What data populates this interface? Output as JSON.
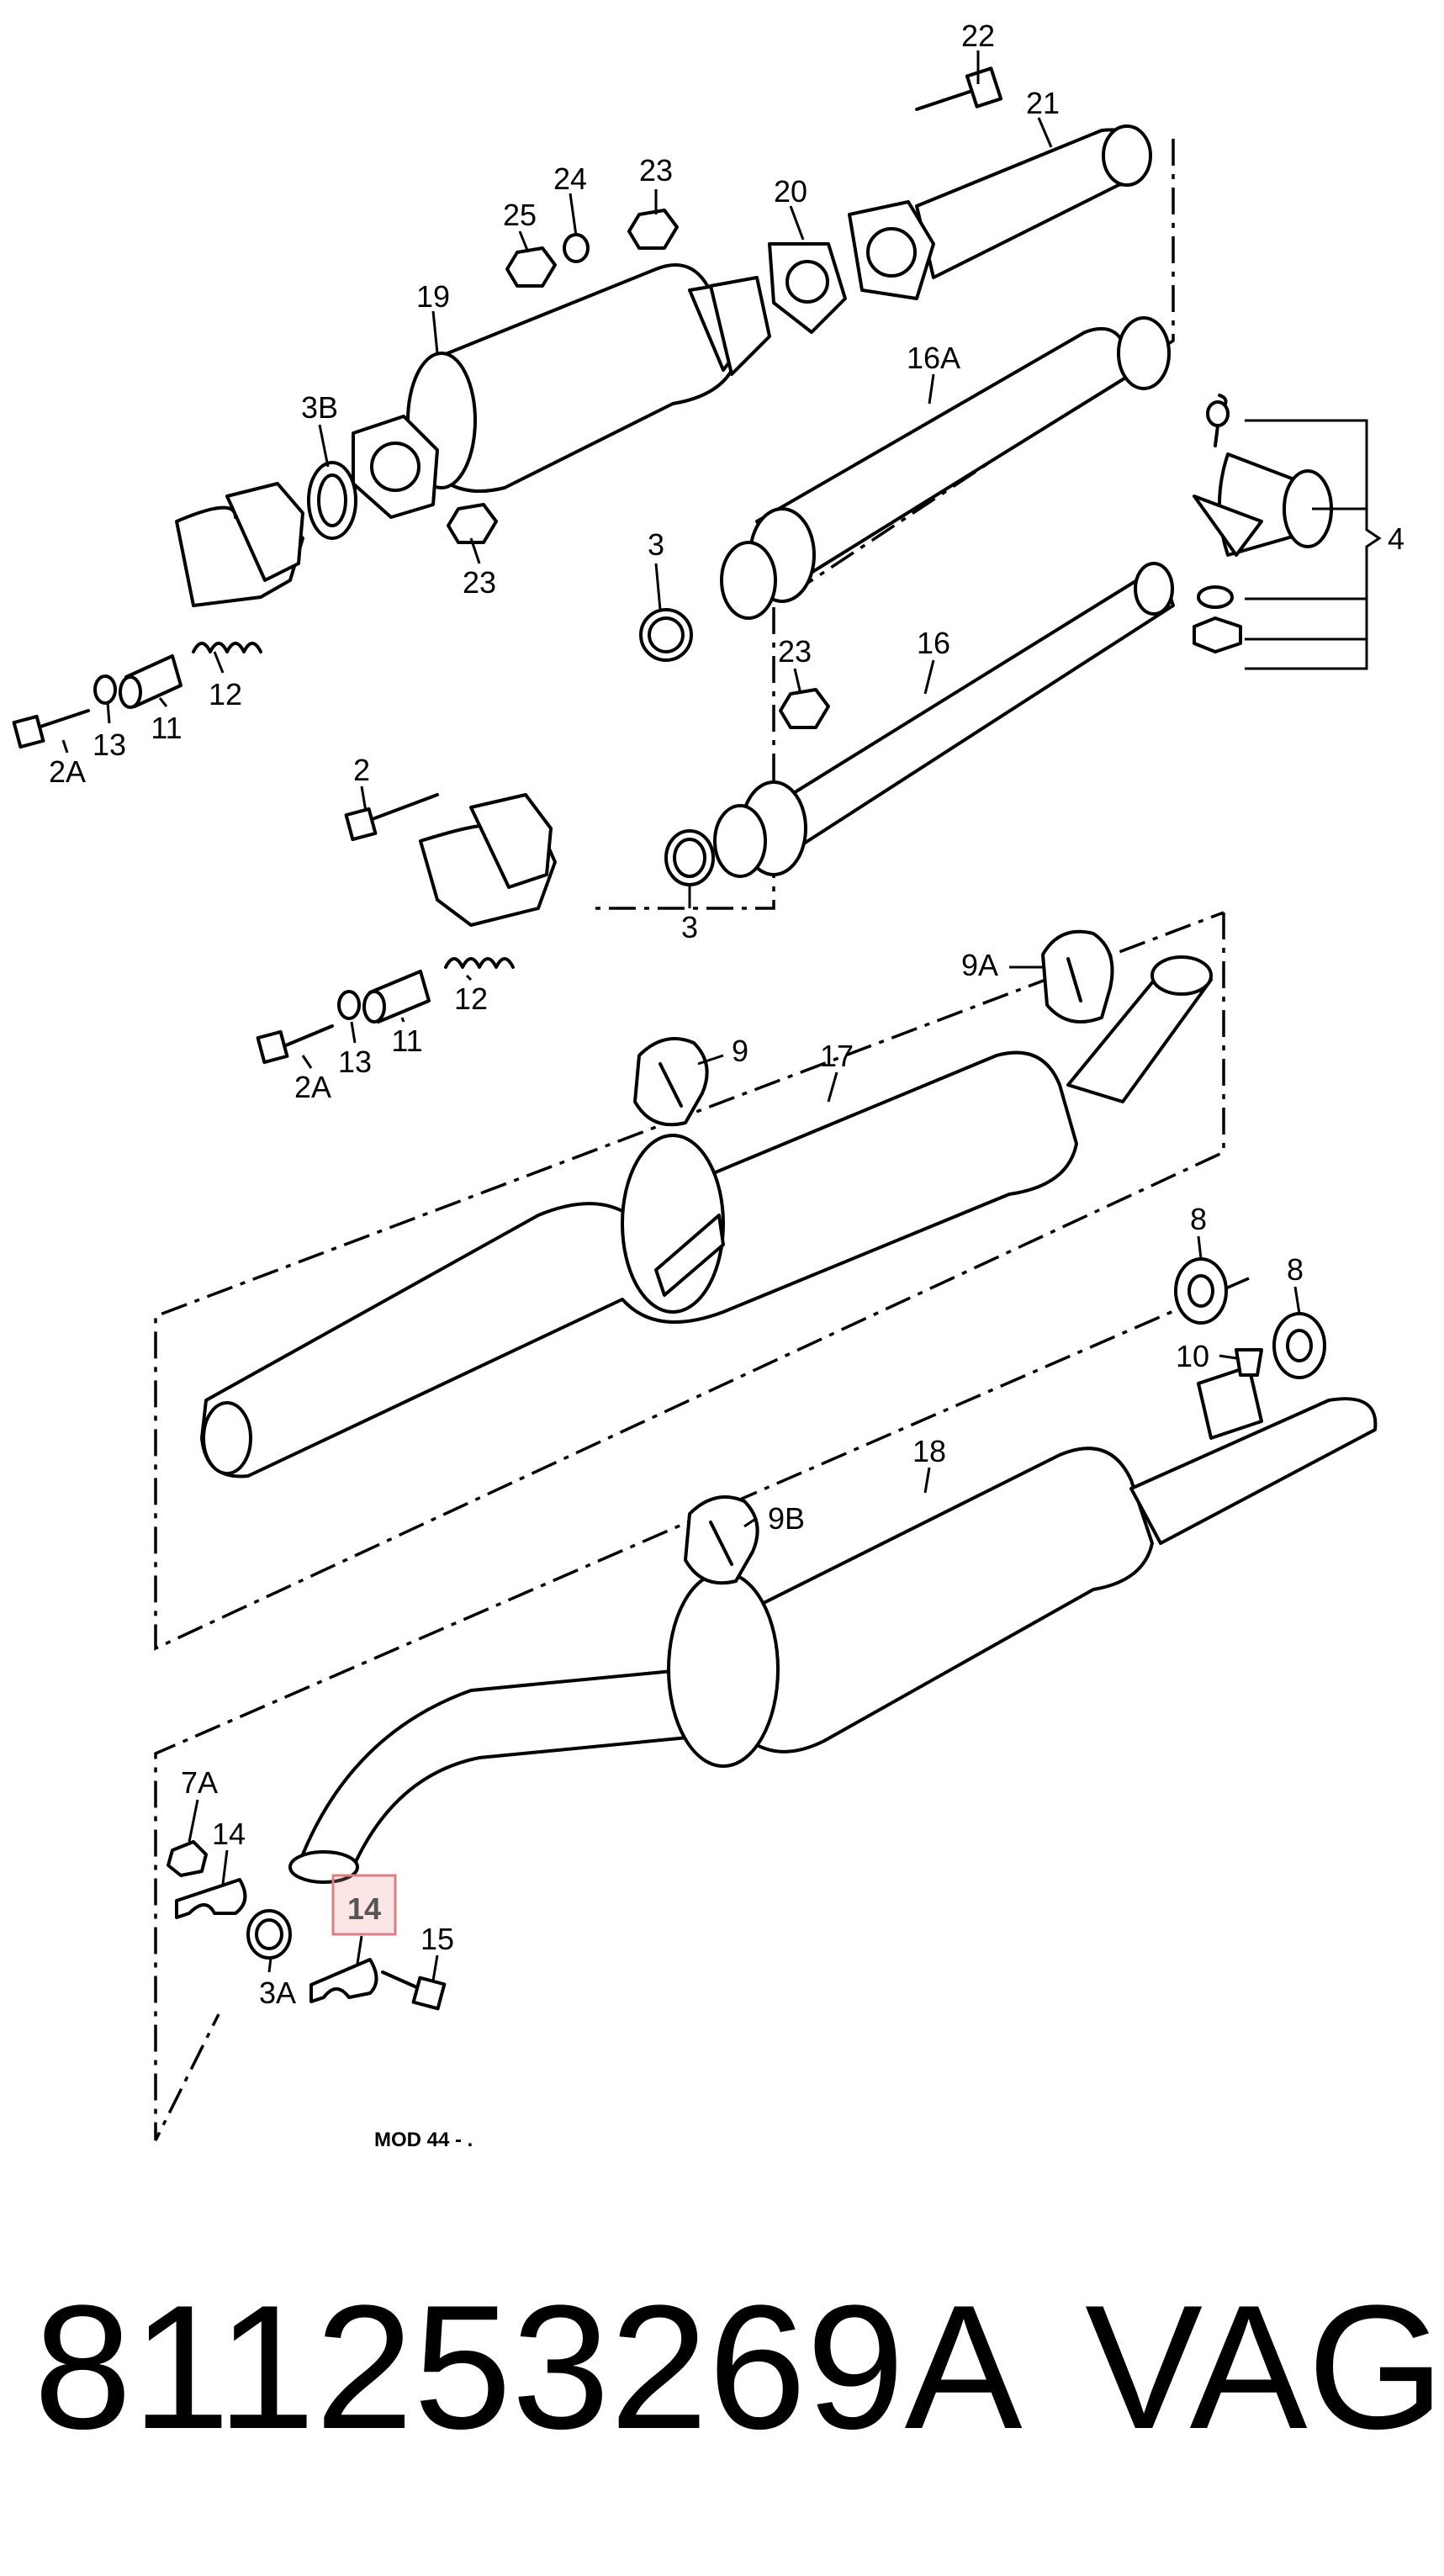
{
  "diagram": {
    "callouts": [
      "22",
      "21",
      "23",
      "20",
      "24",
      "25",
      "19",
      "16A",
      "3B",
      "23",
      "3",
      "4",
      "23",
      "16",
      "12",
      "11",
      "13",
      "2A",
      "2",
      "3",
      "9A",
      "9",
      "17",
      "12",
      "11",
      "13",
      "2A",
      "8",
      "8",
      "10",
      "18",
      "9B",
      "7A",
      "14",
      "14",
      "15",
      "3A"
    ],
    "highlighted_callout": "14",
    "model_note": "MOD 44 - ."
  },
  "footer": {
    "part_number": "811253269A",
    "brand": "VAG"
  }
}
